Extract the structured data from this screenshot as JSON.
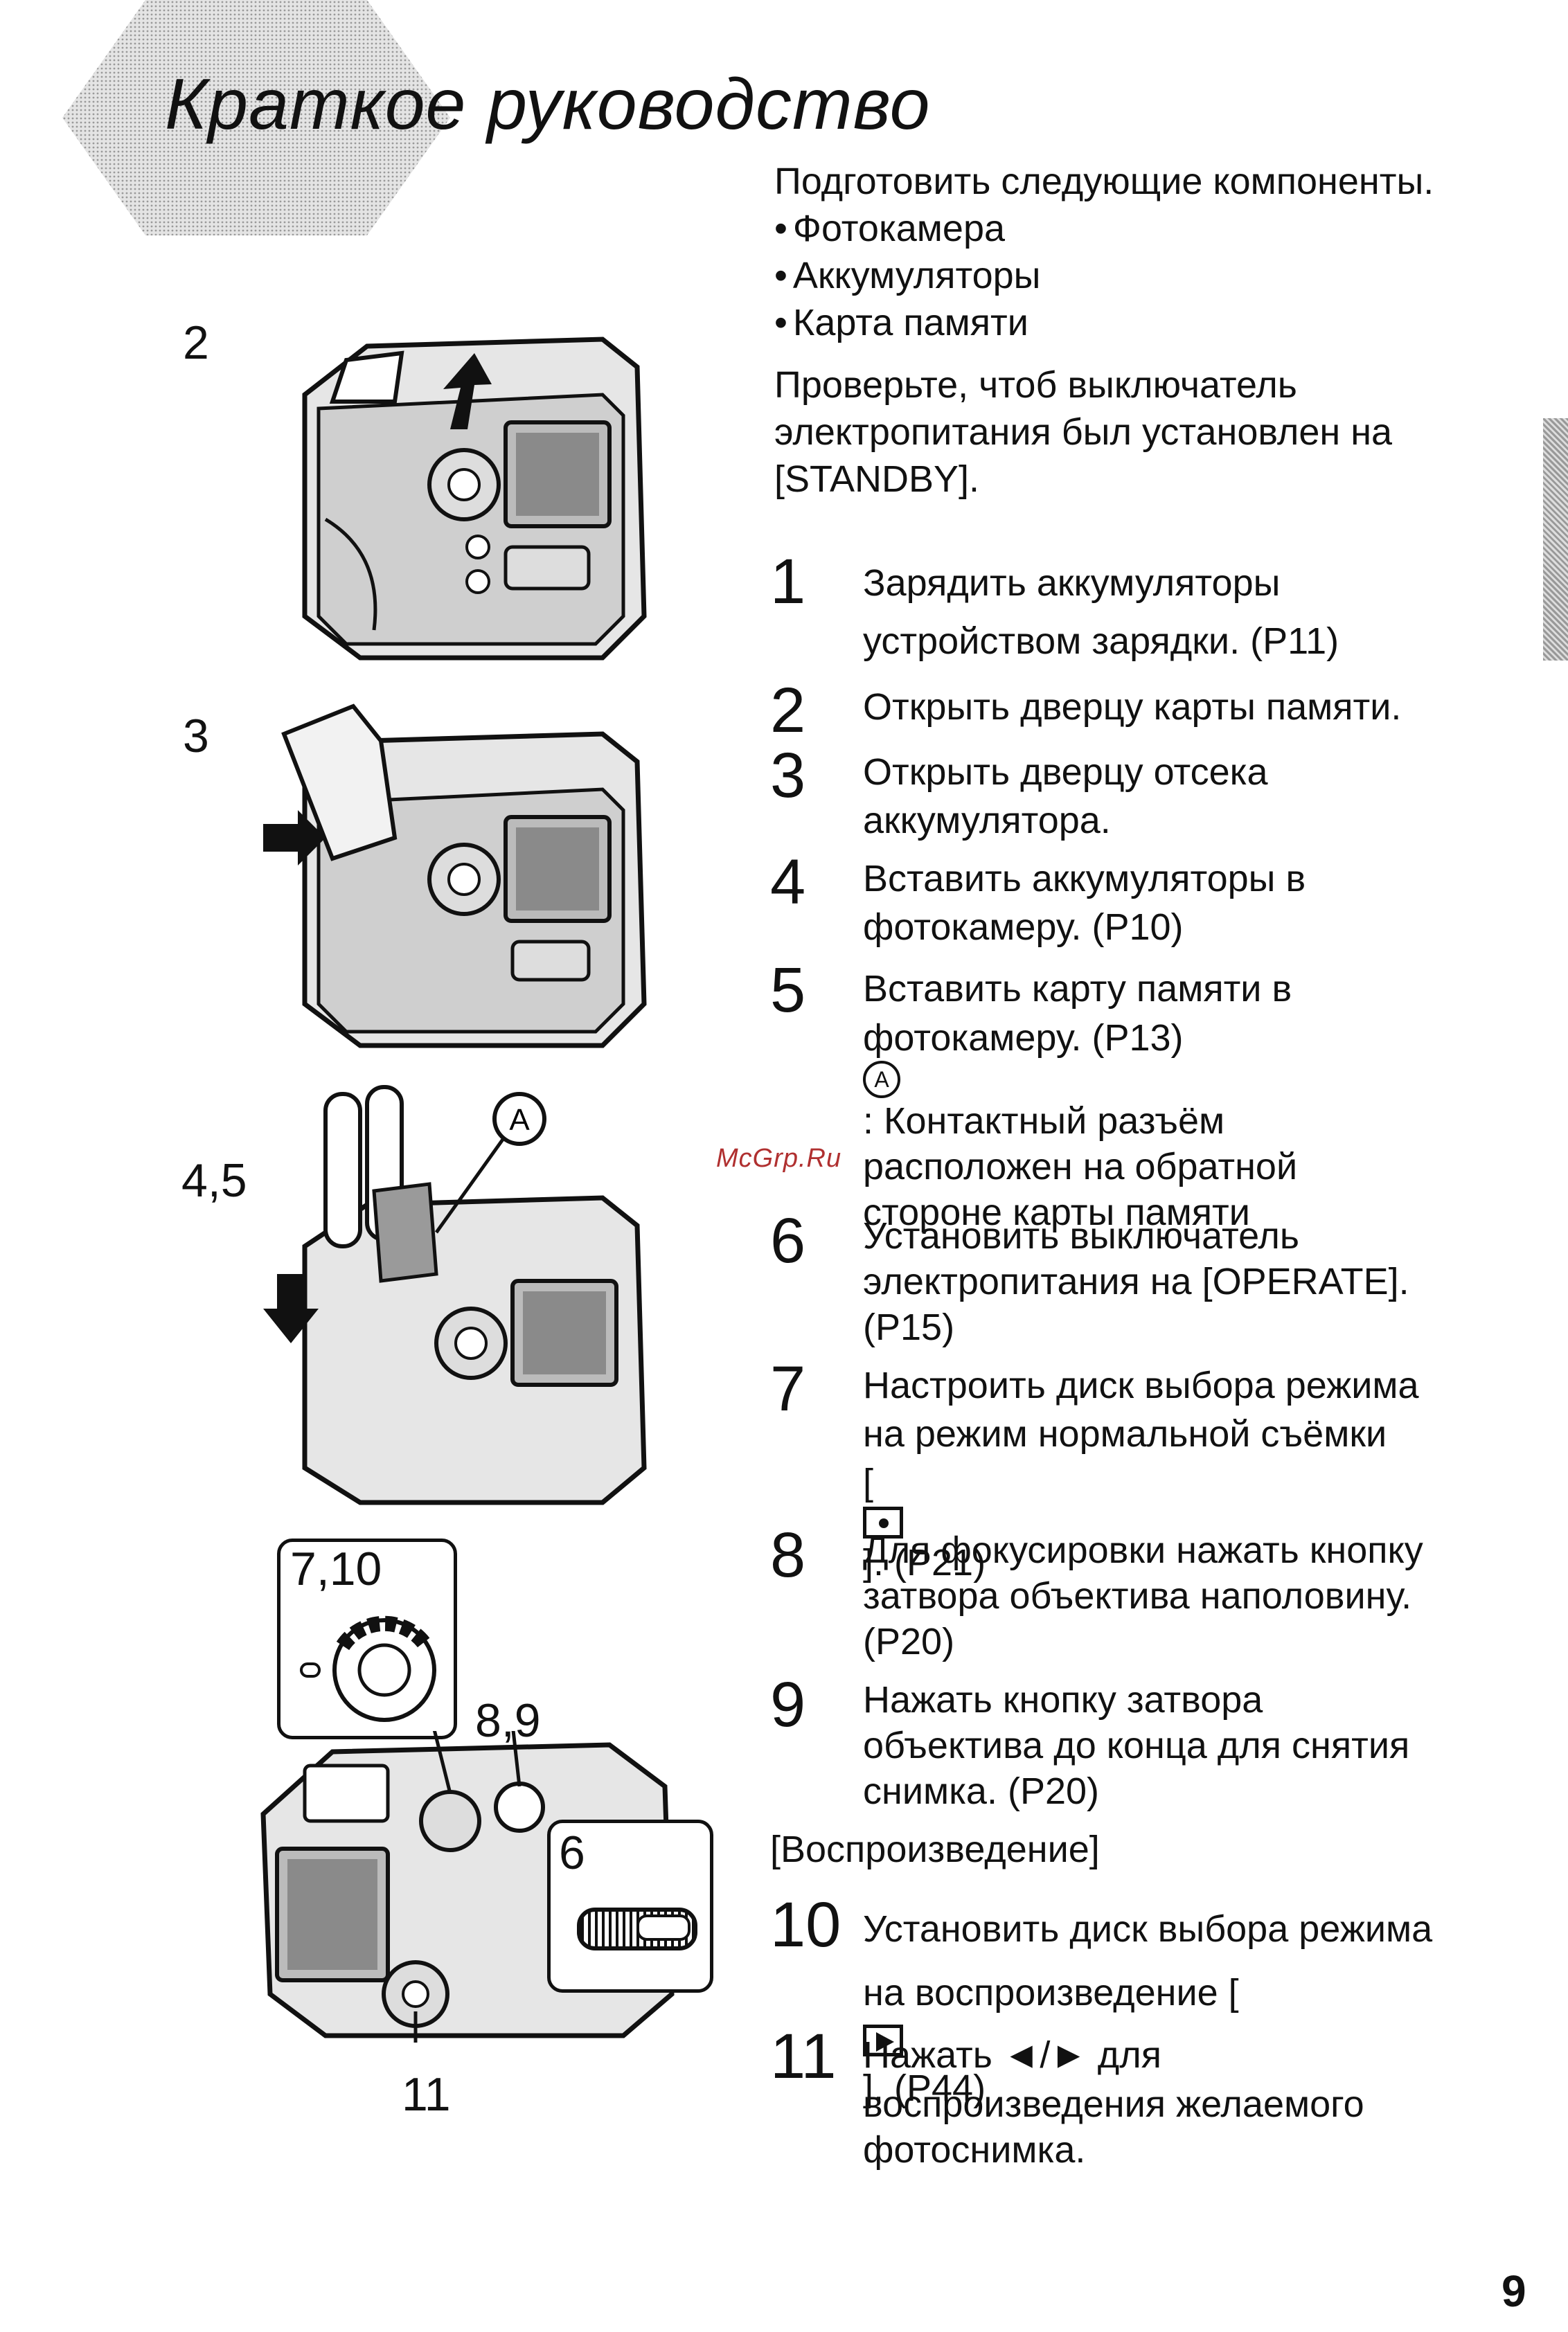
{
  "title": "Краткое руководство",
  "intro": {
    "prepare": "Подготовить следующие компоненты.",
    "items": [
      "Фотокамера",
      "Аккумуляторы",
      "Карта памяти"
    ],
    "check_lines": [
      "Проверьте, чтоб выключатель",
      "электропитания был установлен на",
      "[STANDBY]."
    ]
  },
  "steps": [
    {
      "num": "1",
      "lines": [
        "Зарядить аккумуляторы",
        "устройством зарядки. (P11)"
      ]
    },
    {
      "num": "2",
      "lines": [
        "Открыть дверцу карты памяти."
      ]
    },
    {
      "num": "3",
      "lines": [
        "Открыть дверцу отсека",
        "аккумулятора."
      ]
    },
    {
      "num": "4",
      "lines": [
        "Вставить аккумуляторы в",
        "фотокамеру. (P10)"
      ]
    },
    {
      "num": "5",
      "lines": [
        "Вставить карту памяти в",
        "фотокамеру. (P13)",
        ": Контактный разъём",
        "расположен на обратной",
        "стороне карты памяти"
      ]
    },
    {
      "num": "6",
      "lines": [
        "Установить выключатель",
        "электропитания на [OPERATE].",
        "(P15)"
      ]
    },
    {
      "num": "7",
      "lines": [
        "Настроить диск выбора режима",
        "на режим нормальной съёмки",
        "[",
        "]. (P21)"
      ]
    },
    {
      "num": "8",
      "lines": [
        "Для фокусировки нажать кнопку",
        "затвора объектива наполовину.",
        "(P20)"
      ]
    },
    {
      "num": "9",
      "lines": [
        "Нажать кнопку затвора",
        "объектива до конца для снятия",
        "снимка. (P20)"
      ]
    },
    {
      "num": "10",
      "lines": [
        "Установить диск выбора режима",
        "на воспроизведение [",
        "]. (P44)"
      ]
    },
    {
      "num": "11",
      "lines": [
        "Нажать ◄/► для",
        "воспроизведения желаемого",
        "фотоснимка."
      ]
    }
  ],
  "playback_heading": "[Воспроизведение]",
  "figure_labels": {
    "fig2": "2",
    "fig3": "3",
    "fig45": "4,5",
    "fig710": "7,10",
    "fig89": "8,9",
    "fig6": "6",
    "fig11": "11",
    "callout_a": "A"
  },
  "watermark": "McGrp.Ru",
  "page_number": "9"
}
